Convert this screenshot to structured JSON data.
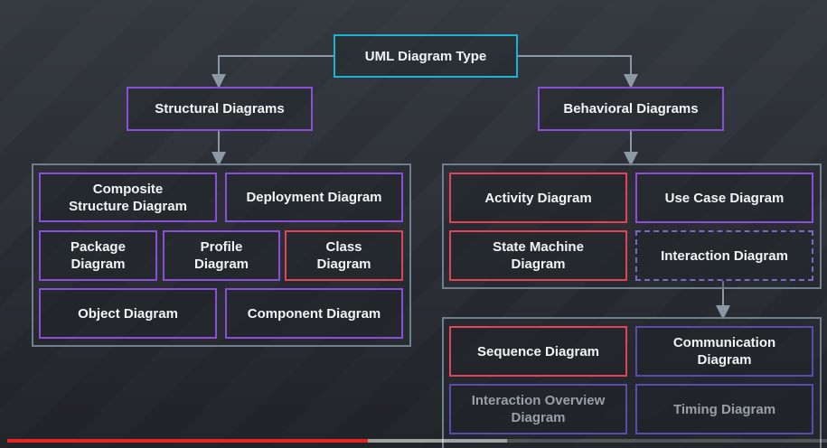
{
  "root": {
    "label": "UML Diagram Type"
  },
  "structural": {
    "label": "Structural Diagrams",
    "items": {
      "composite": "Composite\nStructure Diagram",
      "deployment": "Deployment Diagram",
      "package": "Package\nDiagram",
      "profile": "Profile\nDiagram",
      "class": "Class\nDiagram",
      "object": "Object Diagram",
      "component": "Component Diagram"
    }
  },
  "behavioral": {
    "label": "Behavioral Diagrams",
    "items": {
      "activity": "Activity Diagram",
      "use_case": "Use Case Diagram",
      "state_machine": "State Machine\nDiagram",
      "interaction": "Interaction Diagram"
    }
  },
  "interaction_types": {
    "sequence": "Sequence Diagram",
    "communication": "Communication\nDiagram",
    "interaction_overview": "Interaction Overview\nDiagram",
    "timing": "Timing Diagram"
  },
  "colors": {
    "cyan": "#18b6d6",
    "purple": "#8a4fd8",
    "red": "#e0435a",
    "group_border": "#6f7f8e",
    "progress": "#e52421"
  },
  "video": {
    "played_fraction": 0.44,
    "buffered_fraction": 0.61
  }
}
